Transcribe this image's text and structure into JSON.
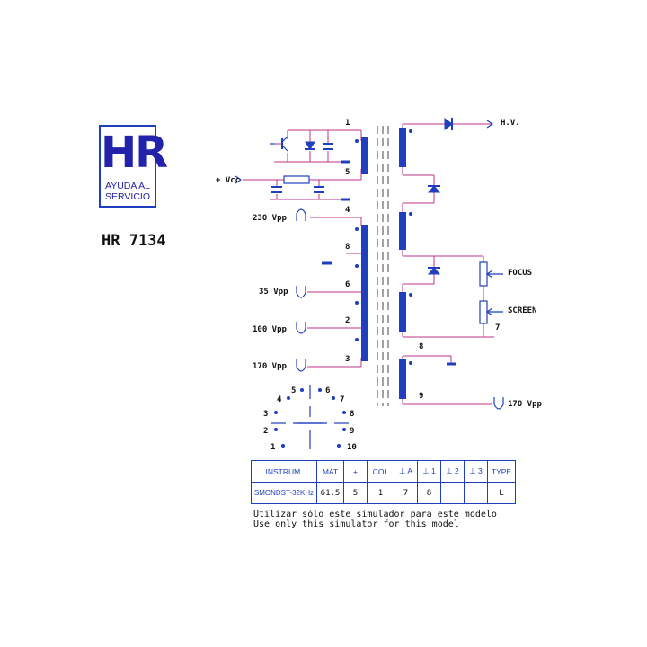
{
  "logo": {
    "title": "HR",
    "line1": "AYUDA AL",
    "line2": "SERVICIO"
  },
  "model": "HR 7134",
  "pins": {
    "p1": "1",
    "p5": "5",
    "p4": "4",
    "p8": "8",
    "p6": "6",
    "p2": "2",
    "p3": "3",
    "p8b": "8",
    "p9": "9",
    "p7": "7"
  },
  "labels": {
    "vcc": "+ Vcc",
    "hv": "H.V.",
    "focus": "FOCUS",
    "screen": "SCREEN",
    "v230": "230 Vpp",
    "v35": "35 Vpp",
    "v100": "100 Vpp",
    "v170": "170 Vpp",
    "v170b": "170 Vpp"
  },
  "socket": {
    "n1": "1",
    "n2": "2",
    "n3": "3",
    "n4": "4",
    "n5": "5",
    "n6": "6",
    "n7": "7",
    "n8": "8",
    "n9": "9",
    "n10": "10"
  },
  "table": {
    "headers": [
      "INSTRUM.",
      "MAT",
      "+",
      "COL",
      "⊥ A",
      "⊥ 1",
      "⊥ 2",
      "⊥ 3",
      "TYPE"
    ],
    "row": [
      "SMONDST-32KHz",
      "61.5",
      "5",
      "1",
      "7",
      "8",
      "",
      "",
      "L"
    ]
  },
  "note": {
    "line1": "Utilizar sólo este simulador para este modelo",
    "line2": "Use only this simulator for this model"
  },
  "colors": {
    "blue": "#1f3fbf",
    "magenta": "#c0308a"
  }
}
